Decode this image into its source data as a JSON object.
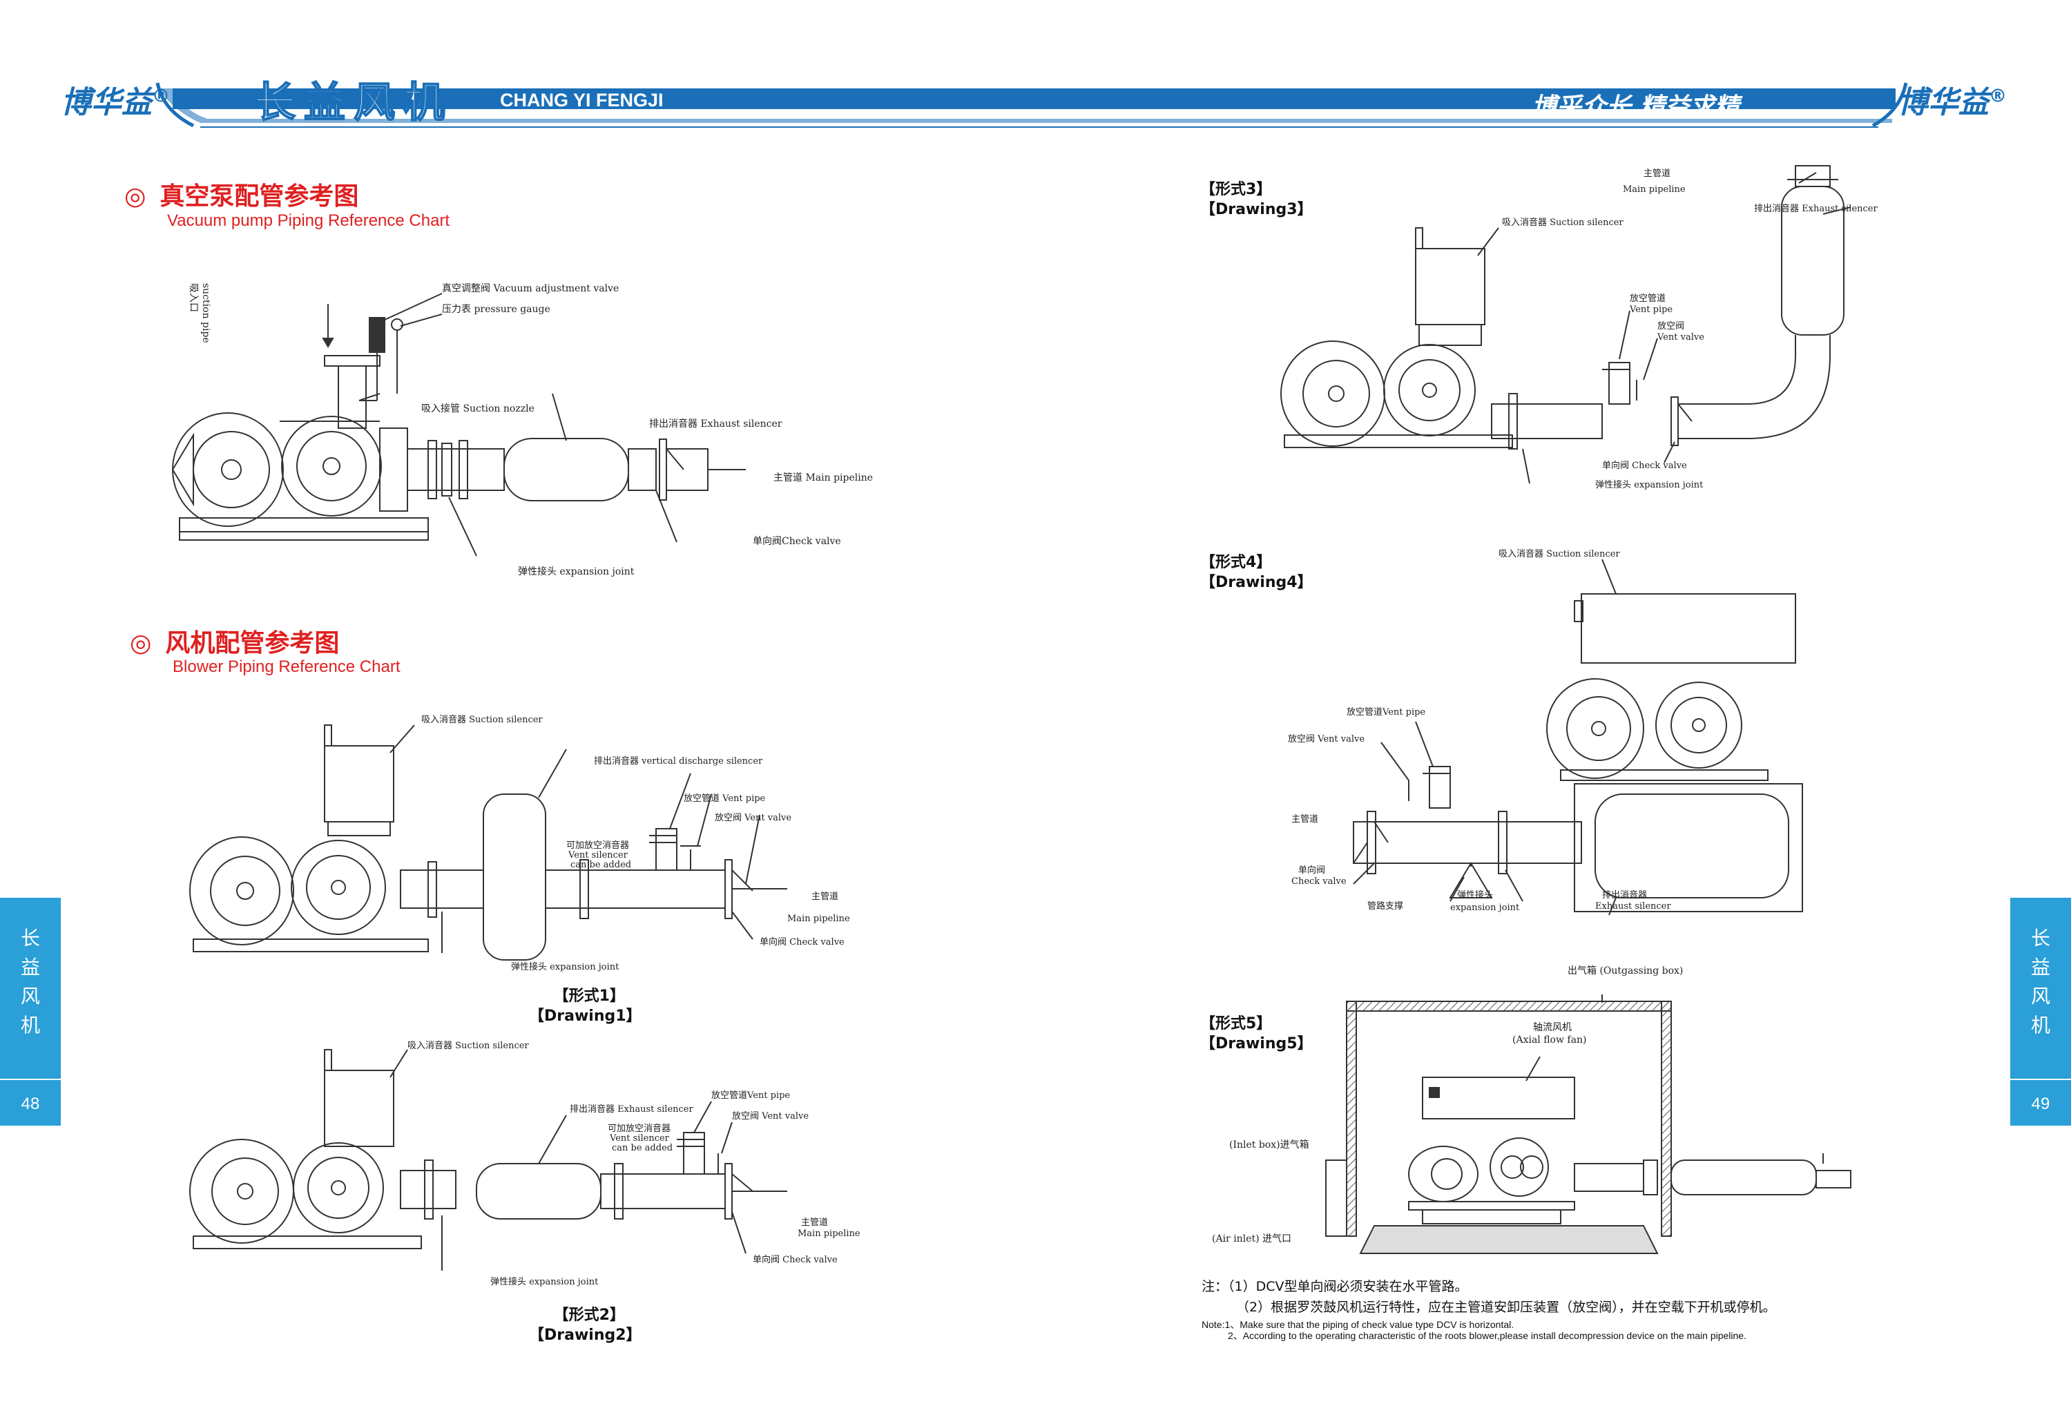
{
  "header": {
    "brand": "博华益",
    "registered": "®",
    "title_cn": "长益风机",
    "title_en": "CHANG YI FENGJI",
    "slogan": "博采众长 精益求精",
    "accent_color": "#1a6fb8"
  },
  "left_page": {
    "vacuum_section": {
      "bullet": "◎",
      "title_cn": "真空泵配管参考图",
      "title_en": "Vacuum pump Piping Reference Chart",
      "labels": {
        "suction_inlet_cn": "吸入口",
        "suction_pipe_en": "suction pipe",
        "vacuum_valve": "真空调整阀 Vacuum adjustment valve",
        "pressure_gauge": "压力表  pressure gauge",
        "suction_nozzle": "吸入接管  Suction nozzle",
        "exhaust_silencer": "排出消音器  Exhaust silencer",
        "main_pipeline": "主管道 Main pipeline",
        "check_valve": "单向阀Check valve",
        "expansion_joint": "弹性接头 expansion joint"
      }
    },
    "blower_section": {
      "bullet": "◎",
      "title_cn": "风机配管参考图",
      "title_en": "Blower Piping Reference Chart"
    },
    "drawing1": {
      "label_cn": "【形式1】",
      "label_en": "【Drawing1】",
      "labels": {
        "suction_silencer": "吸入消音器 Suction silencer",
        "vertical_silencer": "排出消音器 vertical discharge silencer",
        "vent_pipe": "放空管道 Vent pipe",
        "vent_valve": "放空阀 Vent valve",
        "can_add_1": "可加放空消音器",
        "can_add_2": "Vent silencer",
        "can_add_3": "can be added",
        "main_cn": "主管道",
        "main_en": "Main pipeline",
        "check_valve": "单向阀 Check valve",
        "expansion_joint": "弹性接头 expansion joint"
      }
    },
    "drawing2": {
      "label_cn": "【形式2】",
      "label_en": "【Drawing2】",
      "labels": {
        "suction_silencer": "吸入消音器 Suction silencer",
        "exhaust_silencer": "排出消音器 Exhaust silencer",
        "vent_pipe": "放空管道Vent pipe",
        "vent_valve": "放空阀 Vent valve",
        "can_add_1": "可加放空消音器",
        "can_add_2": "Vent silencer",
        "can_add_3": "can be added",
        "main_cn": "主管道",
        "main_en": "Main pipeline",
        "check_valve": "单向阀 Check valve",
        "expansion_joint": "弹性接头 expansion joint"
      }
    },
    "side_tab": {
      "text": "长益风机",
      "page": "48"
    }
  },
  "right_page": {
    "drawing3": {
      "label_cn": "【形式3】",
      "label_en": "【Drawing3】",
      "labels": {
        "main_cn": "主管道",
        "main_en": "Main pipeline",
        "exhaust_silencer": "排出消音器 Exhaust silencer",
        "suction_silencer": "吸入消音器 Suction silencer",
        "vent_pipe_cn": "放空管道",
        "vent_pipe_en": "Vent pipe",
        "vent_valve_cn": "放空阀",
        "vent_valve_en": "Vent valve",
        "check_valve": "单向阀 Check valve",
        "expansion_joint": "弹性接头 expansion joint"
      }
    },
    "drawing4": {
      "label_cn": "【形式4】",
      "label_en": "【Drawing4】",
      "labels": {
        "suction_silencer": "吸入消音器 Suction silencer",
        "vent_pipe": "放空管道Vent pipe",
        "vent_valve": "放空阀  Vent valve",
        "main_cn": "主管道",
        "check_cn": "单向阀",
        "check_en": "Check valve",
        "pipe_support": "管路支撑",
        "expansion_cn": "弹性接头",
        "expansion_en": "expansion joint",
        "exhaust_cn": "排出消音器",
        "exhaust_en": "Exhaust silencer"
      }
    },
    "drawing5": {
      "label_cn": "【形式5】",
      "label_en": "【Drawing5】",
      "labels": {
        "outgassing": "出气箱 (Outgassing box)",
        "axial_cn": "轴流风机",
        "axial_en": "(Axial flow fan)",
        "inlet_box": "(Inlet box)进气箱",
        "air_inlet": "(Air inlet) 进气口"
      }
    },
    "notes": {
      "cn1": "注：（1）DCV型单向阀必须安装在水平管路。",
      "cn2": "（2）根据罗茨鼓风机运行特性，应在主管道安卸压装置（放空阀），并在空载下开机或停机。",
      "en1": "Note:1、Make sure that the piping of check value type DCV is horizontal.",
      "en2": "2、According to the operating characteristic of the roots blower,please install decompression device on the main pipeline."
    },
    "side_tab": {
      "text": "长益风机",
      "page": "49"
    }
  }
}
